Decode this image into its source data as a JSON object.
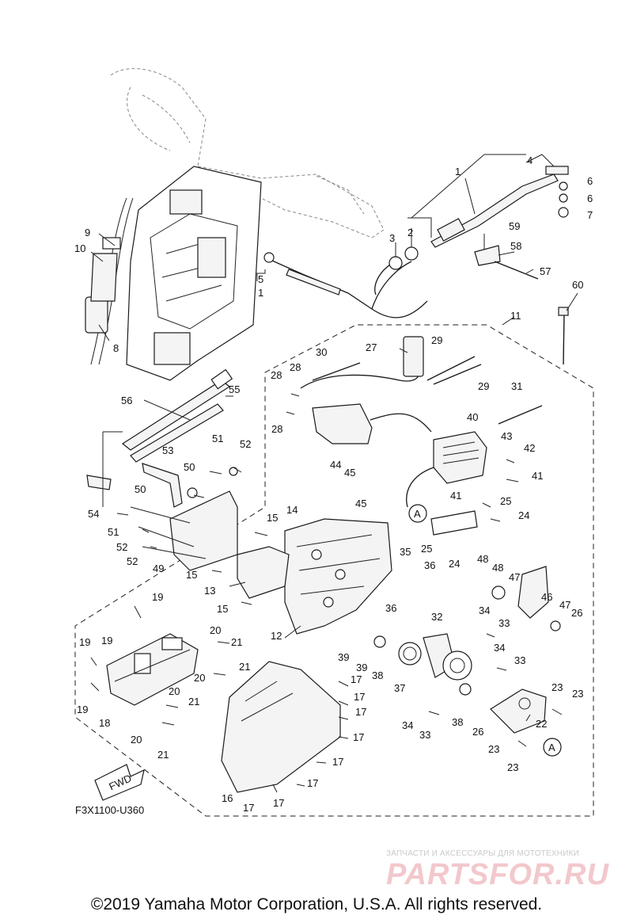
{
  "diagram": {
    "drawing_code": "F3X1100-U360",
    "fwd_label": "FWD",
    "ref_marker": "A",
    "callouts": [
      "1",
      "2",
      "3",
      "4",
      "5",
      "6",
      "7",
      "8",
      "9",
      "10",
      "11",
      "12",
      "13",
      "14",
      "15",
      "16",
      "17",
      "18",
      "19",
      "20",
      "21",
      "22",
      "23",
      "24",
      "25",
      "26",
      "27",
      "28",
      "29",
      "30",
      "31",
      "32",
      "33",
      "34",
      "35",
      "36",
      "37",
      "38",
      "39",
      "40",
      "41",
      "42",
      "43",
      "44",
      "45",
      "46",
      "47",
      "48",
      "49",
      "50",
      "51",
      "52",
      "53",
      "54",
      "55",
      "56",
      "57",
      "58",
      "59",
      "60"
    ]
  },
  "footer": {
    "copyright": "©2019 Yamaha Motor Corporation, U.S.A. All rights reserved."
  },
  "watermark": {
    "tagline": "ЗАПЧАСТИ И АКСЕССУАРЫ ДЛЯ МОТОТЕХНИКИ",
    "brand": "PARTSFOR.RU"
  }
}
